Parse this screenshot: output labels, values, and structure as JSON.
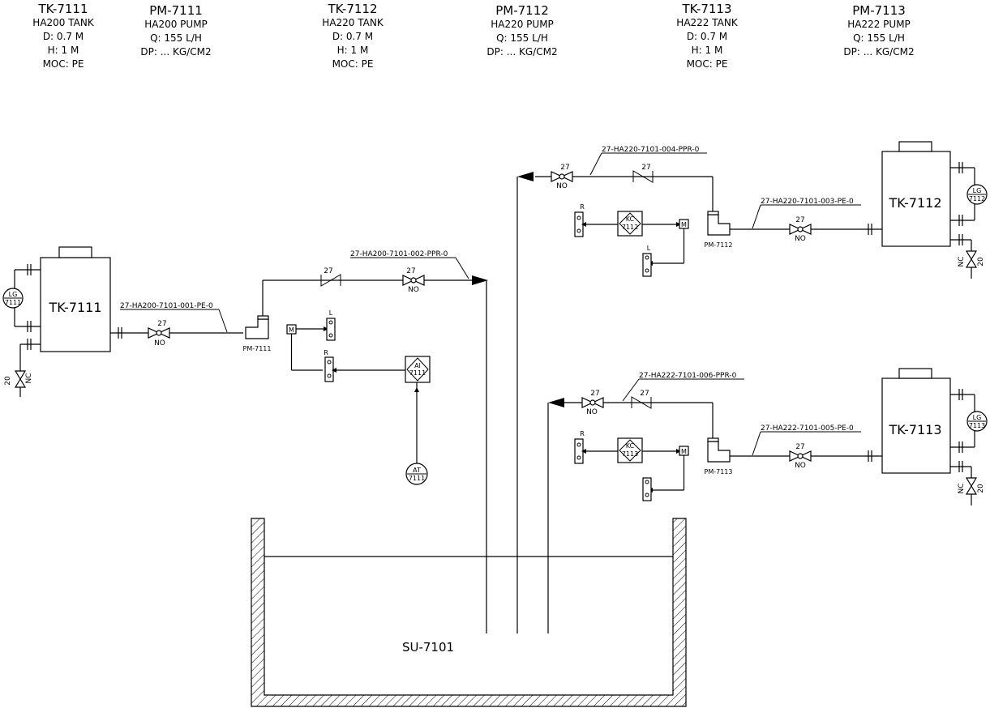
{
  "header": {
    "equipment": [
      {
        "tag": "TK-7111",
        "lines": [
          "HA200 TANK",
          "D: 0.7 M",
          "H: 1 M",
          "MOC: PE"
        ]
      },
      {
        "tag": "PM-7111",
        "lines": [
          "HA200 PUMP",
          "Q: 155 L/H",
          "DP: ... KG/CM2"
        ]
      },
      {
        "tag": "TK-7112",
        "lines": [
          "HA220 TANK",
          "D: 0.7 M",
          "H: 1 M",
          "MOC: PE"
        ]
      },
      {
        "tag": "PM-7112",
        "lines": [
          "HA220 PUMP",
          "Q:  155 L/H",
          "DP: ... KG/CM2"
        ]
      },
      {
        "tag": "TK-7113",
        "lines": [
          "HA222 TANK",
          "D: 0.7 M",
          "H: 1 M",
          "MOC: PE"
        ]
      },
      {
        "tag": "PM-7113",
        "lines": [
          "HA222 PUMP",
          "Q: 155 L/H",
          "DP: ... KG/CM2"
        ]
      }
    ]
  },
  "diagram": {
    "tanks": {
      "tk1": "TK-7111",
      "tk2": "TK-7112",
      "tk3": "TK-7113"
    },
    "sump": "SU-7101",
    "pumps": {
      "pm1": "PM-7111",
      "pm2": "PM-7112",
      "pm3": "PM-7113"
    },
    "lines": {
      "l1": "27-HA200-7101-001-PE-0",
      "l2": "27-HA200-7101-002-PPR-0",
      "l3": "27-HA220-7101-003-PE-0",
      "l4": "27-HA220-7101-004-PPR-0",
      "l5": "27-HA222-7101-005-PE-0",
      "l6": "27-HA222-7101-006-PPR-0"
    },
    "size": "27",
    "valve_no": "NO",
    "valve_nc": "NC",
    "drain_size": "20",
    "instruments": {
      "lg1": [
        "LG",
        "7111"
      ],
      "lg2": [
        "LG",
        "7112"
      ],
      "lg3": [
        "LG",
        "7113"
      ],
      "ai": [
        "AI",
        "7111"
      ],
      "at": [
        "AT",
        "7111"
      ],
      "kc2": [
        "KC",
        "7112"
      ],
      "kc3": [
        "KC",
        "7113"
      ]
    },
    "motor": "M",
    "sw_l": "L",
    "sw_r": "R"
  }
}
